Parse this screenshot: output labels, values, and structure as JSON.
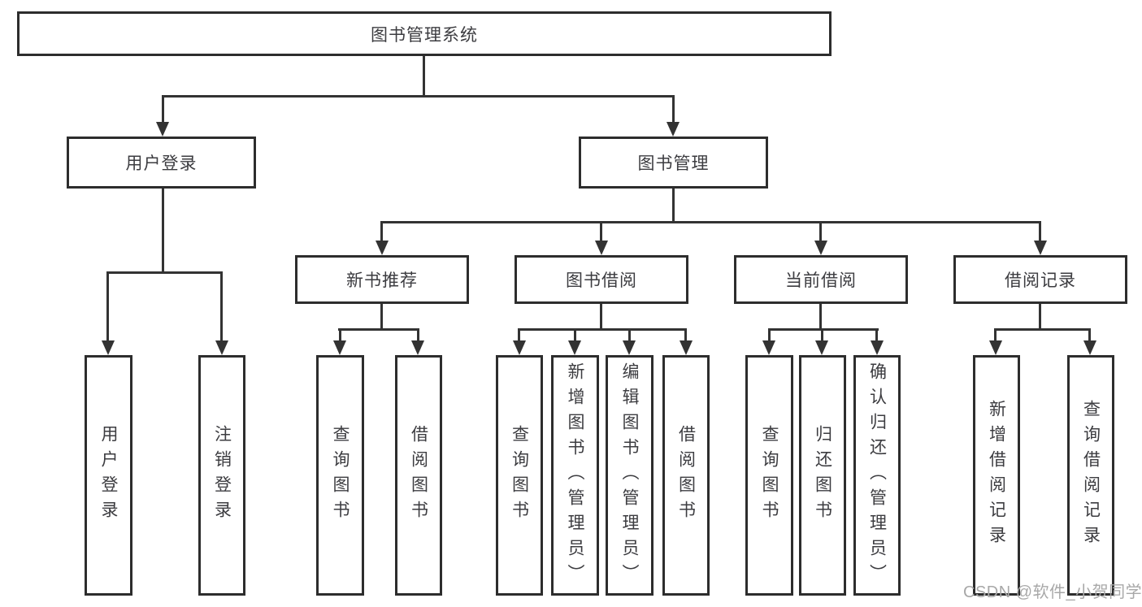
{
  "title": "图书管理系统",
  "watermark": {
    "text": "CSDN @软件_小贺同学"
  },
  "colors": {
    "background": "#ffffff",
    "line": "#333333",
    "box_border": "#2d2d2d",
    "text": "#3c3c40",
    "watermark": "#a8a8a8"
  },
  "tree": {
    "label": "图书管理系统",
    "children": [
      {
        "label": "用户登录",
        "children": [
          {
            "label": "用户登录"
          },
          {
            "label": "注销登录"
          }
        ]
      },
      {
        "label": "图书管理",
        "children": [
          {
            "label": "新书推荐",
            "children": [
              {
                "label": "查询图书"
              },
              {
                "label": "借阅图书"
              }
            ]
          },
          {
            "label": "图书借阅",
            "children": [
              {
                "label": "查询图书"
              },
              {
                "label": "新增图书（管理员）"
              },
              {
                "label": "编辑图书（管理员）"
              },
              {
                "label": "借阅图书"
              }
            ]
          },
          {
            "label": "当前借阅",
            "children": [
              {
                "label": "查询图书"
              },
              {
                "label": "归还图书"
              },
              {
                "label": "确认归还（管理员）"
              }
            ]
          },
          {
            "label": "借阅记录",
            "children": [
              {
                "label": "新增借阅记录"
              },
              {
                "label": "查询借阅记录"
              }
            ]
          }
        ]
      }
    ]
  }
}
